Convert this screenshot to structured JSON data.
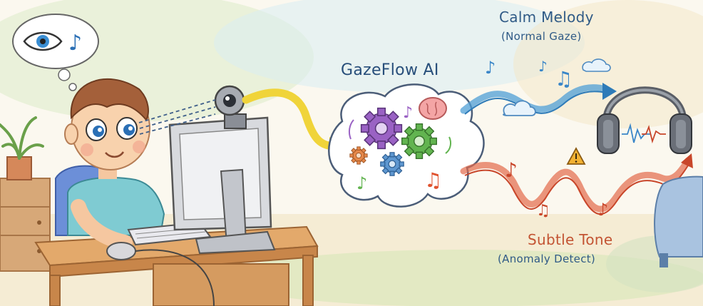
{
  "labels": {
    "ai_name": "GazeFlow AI",
    "calm_title": "Calm Melody",
    "calm_subtitle": "(Normal Gaze)",
    "subtle_title": "Subtle Tone",
    "subtle_subtitle": "(Anomaly Detect)"
  },
  "colors": {
    "gaze_path": "#f0d43a",
    "calm_wave": "#4f9fd6",
    "anomaly_wave": "#e26a4a",
    "label_text": "#2f5a86",
    "anomaly_text": "#c35433",
    "gear_purple": "#9a62c4",
    "gear_green": "#62b450",
    "gear_blue": "#5e97d0",
    "gear_orange": "#e6884a",
    "warning": "#f2b233"
  },
  "icons": {
    "thought": [
      "eye-icon",
      "music-note-icon"
    ],
    "ai_cloud": [
      "gear-icon",
      "brain-icon",
      "music-note-icon"
    ],
    "output": [
      "headphones-icon",
      "warning-icon",
      "cloud-icon"
    ]
  }
}
